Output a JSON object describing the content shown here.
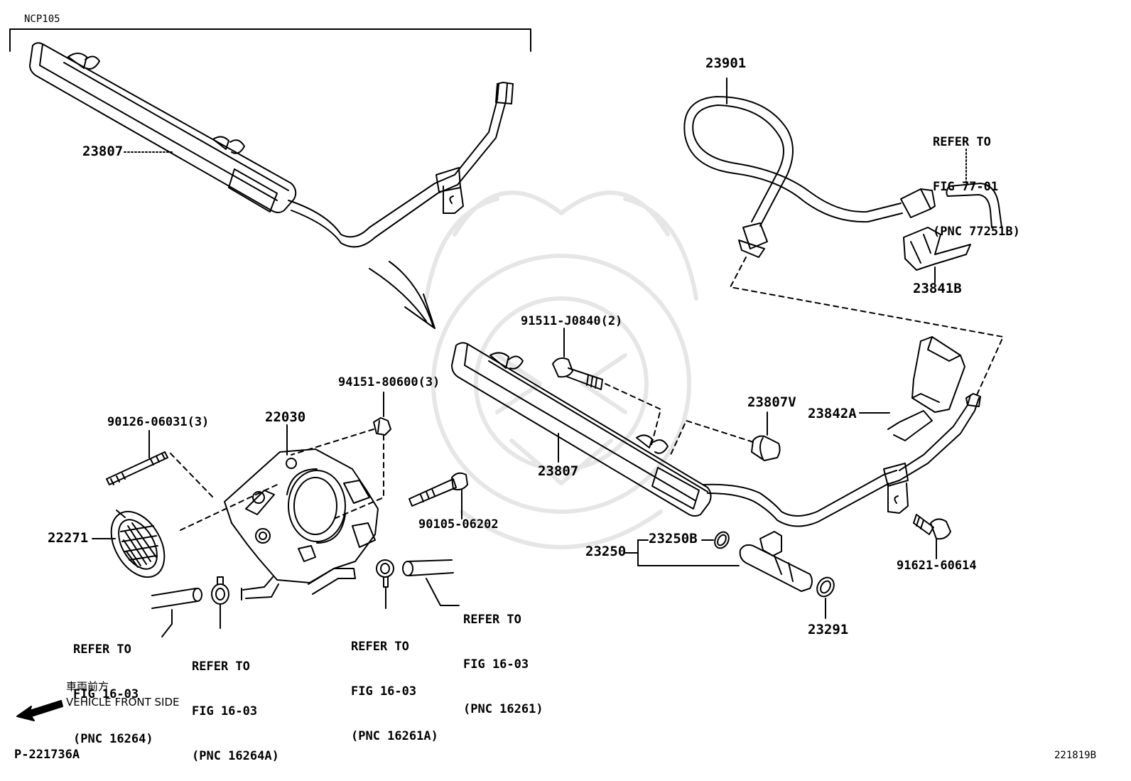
{
  "model_label": "NCP105",
  "part_numbers": {
    "rail_upper": "23807",
    "fuel_hose": "23901",
    "refer_77": [
      "REFER TO",
      "FIG 77-01",
      "(PNC 77251B)"
    ],
    "clip_23841b": "23841B",
    "bolt_91511": "91511-J0840(2)",
    "spacer_23807v": "23807V",
    "clip_23842a": "23842A",
    "rail_lower": "23807",
    "bolt_91621": "91621-60614",
    "injector": "23250",
    "o_ring": "23250B",
    "insulator": "23291",
    "nut_94151": "94151-80600(3)",
    "throttle_body": "22030",
    "stud_90126": "90126-06031(3)",
    "gasket": "22271",
    "bolt_90105": "90105-06202"
  },
  "references": {
    "ref_16264": [
      "REFER TO",
      "FIG 16-03",
      "(PNC 16264)"
    ],
    "ref_16264a": [
      "REFER TO",
      "FIG 16-03",
      "(PNC 16264A)"
    ],
    "ref_16261a": [
      "REFER TO",
      "FIG 16-03",
      "(PNC 16261A)"
    ],
    "ref_16261": [
      "REFER TO",
      "FIG 16-03",
      "(PNC 16261)"
    ]
  },
  "direction": {
    "jp": "車両前方",
    "en": "VEHICLE FRONT SIDE",
    "arrow_icon": "arrow-left-icon"
  },
  "footer": {
    "left_code": "P-221736A",
    "right_code": "221819B"
  },
  "colors": {
    "line": "#000000",
    "background": "#ffffff",
    "watermark": "#e6e6e6"
  }
}
